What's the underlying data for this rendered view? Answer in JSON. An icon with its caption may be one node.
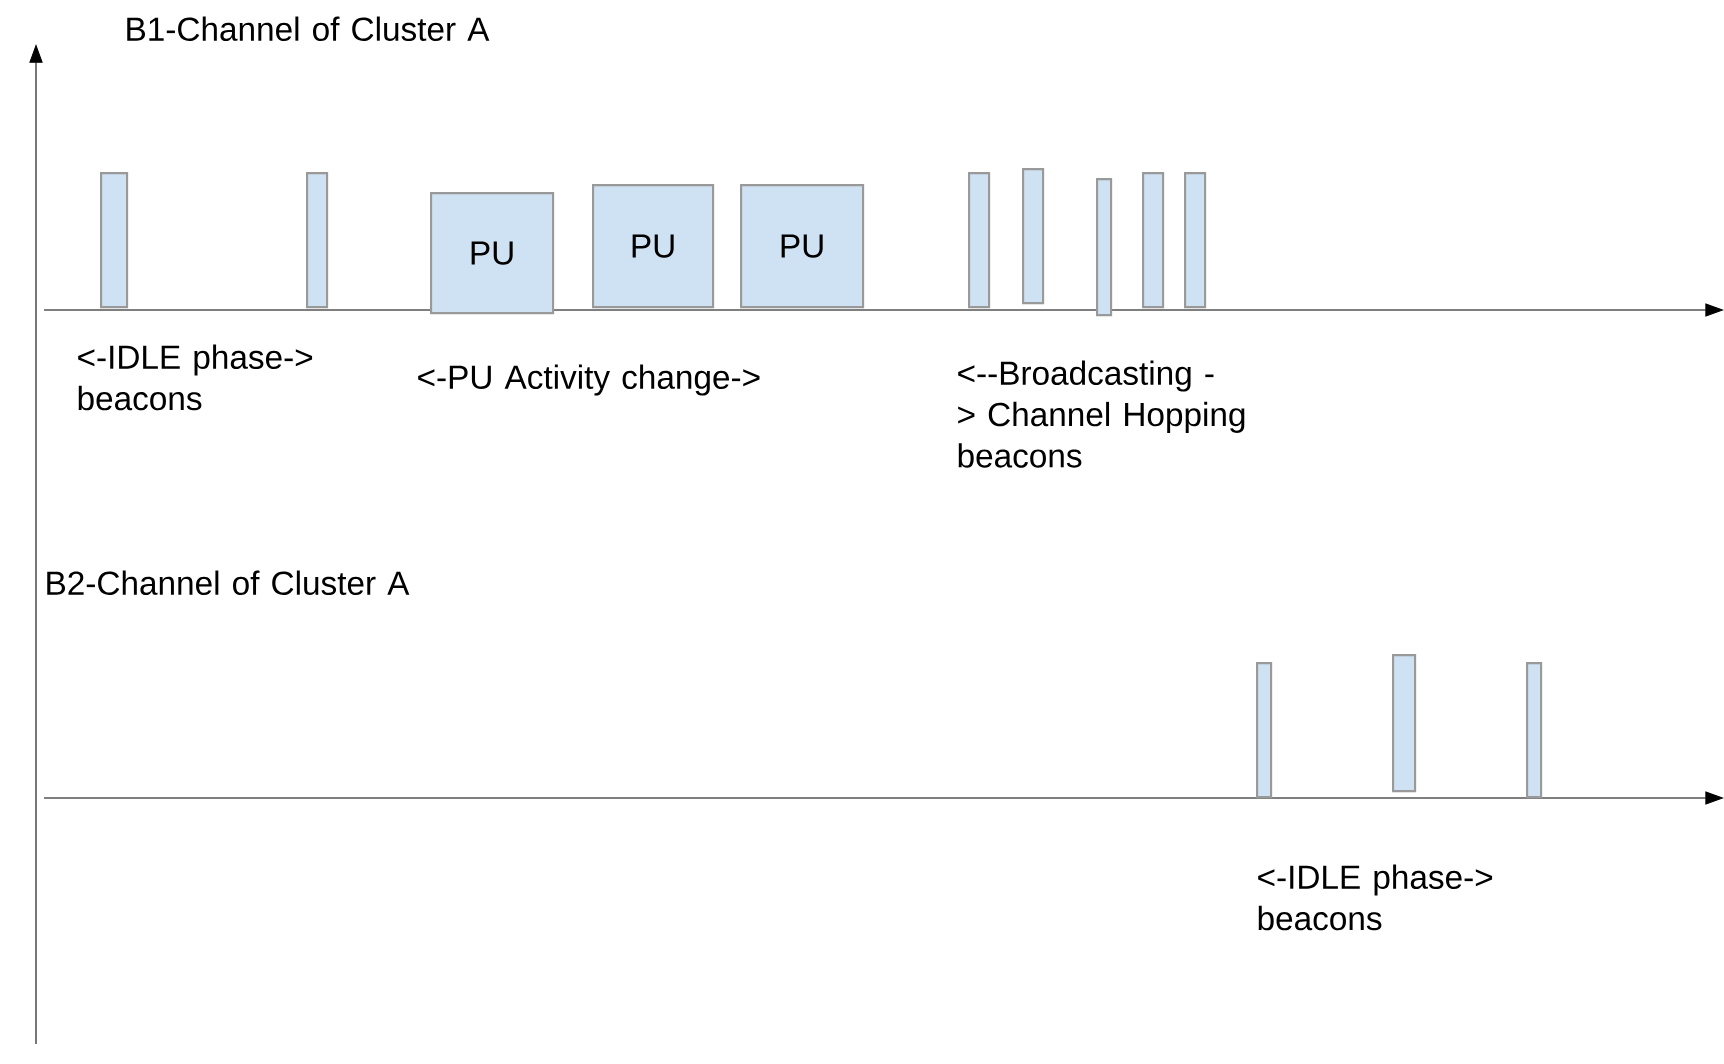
{
  "diagram": {
    "nodes": [
      {
        "text": [],
        "shape": "bar"
      },
      {
        "text": [],
        "shape": "bar"
      },
      {
        "text": [
          "PU"
        ]
      },
      {
        "text": [
          "PU"
        ]
      },
      {
        "text": [
          "PU"
        ]
      },
      {
        "text": [],
        "shape": "bar"
      },
      {
        "text": [],
        "shape": "bar"
      },
      {
        "text": [],
        "shape": "bar"
      },
      {
        "text": [],
        "shape": "bar"
      },
      {
        "text": [],
        "shape": "bar"
      },
      {
        "text": [],
        "shape": "bar"
      },
      {
        "text": [],
        "shape": "bar"
      },
      {
        "text": [],
        "shape": "bar"
      }
    ],
    "labels": [
      "B1-Channel of Cluster A",
      "<-IDLE phase-> beacons",
      "<-PU Activity change->",
      "<--Broadcasting -> Channel Hopping beacons",
      "B2-Channel of Cluster A",
      "<-IDLE phase-> beacons"
    ]
  }
}
